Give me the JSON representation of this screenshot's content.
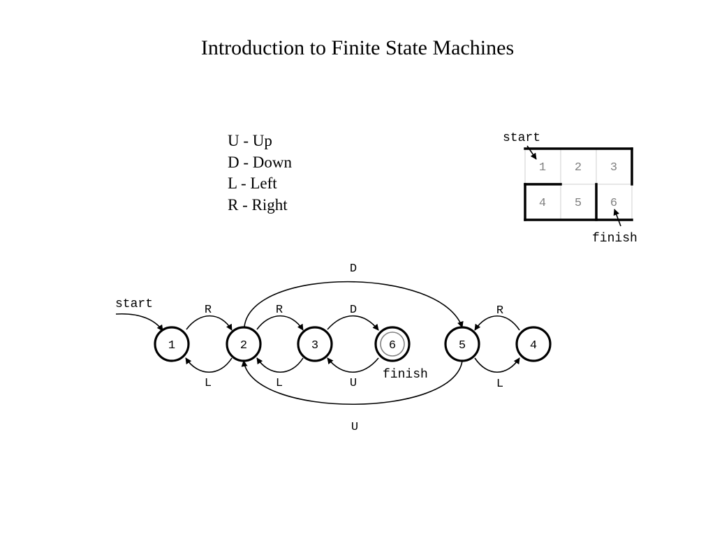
{
  "title": "Introduction to Finite State Machines",
  "legend": [
    {
      "text": "U - Up"
    },
    {
      "text": "D - Down"
    },
    {
      "text": "L - Left"
    },
    {
      "text": "R - Right"
    }
  ],
  "grid": {
    "start_label": "start",
    "finish_label": "finish",
    "cells": [
      "1",
      "2",
      "3",
      "4",
      "5",
      "6"
    ]
  },
  "diagram": {
    "start_label": "start",
    "finish_label": "finish",
    "states": [
      "1",
      "2",
      "3",
      "6",
      "5",
      "4"
    ],
    "transitions": [
      {
        "from": "1",
        "to": "2",
        "label": "R"
      },
      {
        "from": "2",
        "to": "1",
        "label": "L"
      },
      {
        "from": "2",
        "to": "3",
        "label": "R"
      },
      {
        "from": "3",
        "to": "2",
        "label": "L"
      },
      {
        "from": "3",
        "to": "6",
        "label": "D"
      },
      {
        "from": "6",
        "to": "3",
        "label": "U"
      },
      {
        "from": "2",
        "to": "5",
        "label": "D"
      },
      {
        "from": "5",
        "to": "2",
        "label": "U"
      },
      {
        "from": "4",
        "to": "5",
        "label": "R"
      },
      {
        "from": "5",
        "to": "4",
        "label": "L"
      }
    ]
  },
  "colors": {
    "ink": "#000000",
    "cell_text": "#808080",
    "finish_ring": "#808080"
  }
}
